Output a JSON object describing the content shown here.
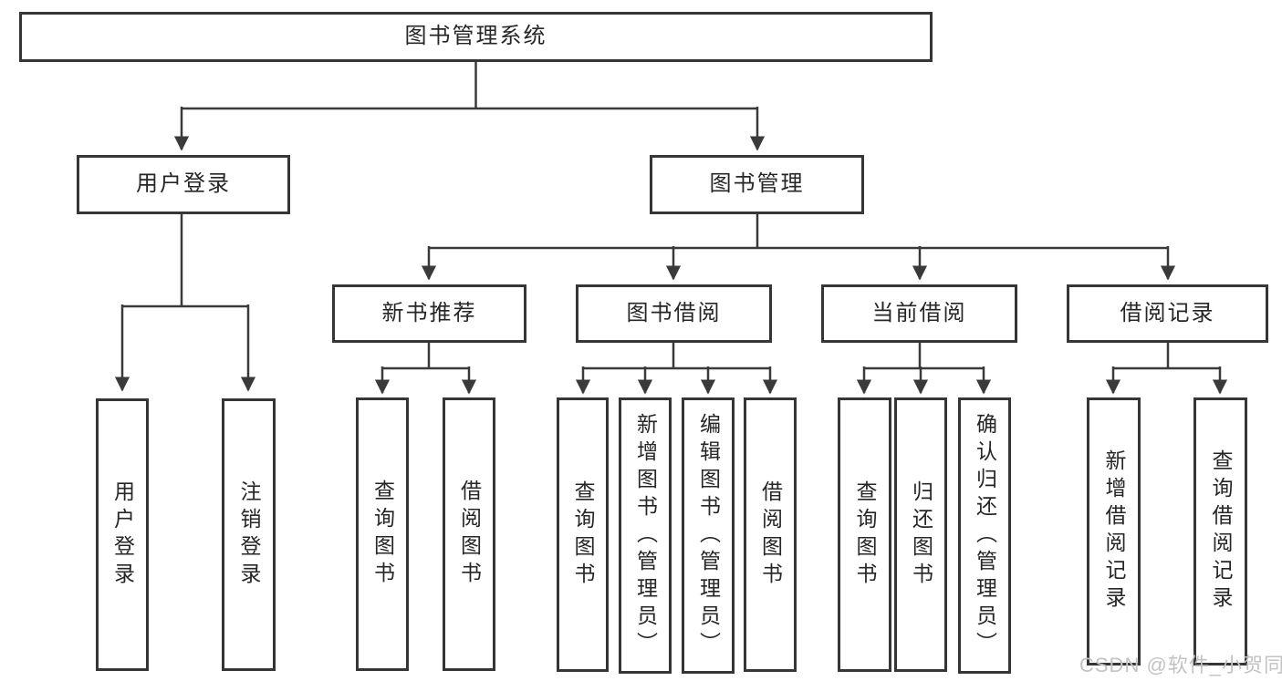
{
  "tree": {
    "root": {
      "label": "图书管理系统"
    },
    "branches": [
      {
        "label": "用户登录",
        "children": [
          {
            "label": "用户登录"
          },
          {
            "label": "注销登录"
          }
        ]
      },
      {
        "label": "图书管理",
        "children": [
          {
            "label": "新书推荐",
            "children": [
              {
                "label": "查询图书"
              },
              {
                "label": "借阅图书"
              }
            ]
          },
          {
            "label": "图书借阅",
            "children": [
              {
                "label": "查询图书"
              },
              {
                "label": "新增图书（管理员）"
              },
              {
                "label": "编辑图书（管理员）"
              },
              {
                "label": "借阅图书"
              }
            ]
          },
          {
            "label": "当前借阅",
            "children": [
              {
                "label": "查询图书"
              },
              {
                "label": "归还图书"
              },
              {
                "label": "确认归还（管理员）"
              }
            ]
          },
          {
            "label": "借阅记录",
            "children": [
              {
                "label": "新增借阅记录"
              },
              {
                "label": "查询借阅记录"
              }
            ]
          }
        ]
      }
    ]
  },
  "watermark": {
    "text": "CSDN @软件_小贺同学"
  },
  "colors": {
    "line": "#3a3a3a",
    "box_border": "#363636",
    "text": "#262626",
    "watermark": "#c3c3c3",
    "background": "#ffffff"
  }
}
